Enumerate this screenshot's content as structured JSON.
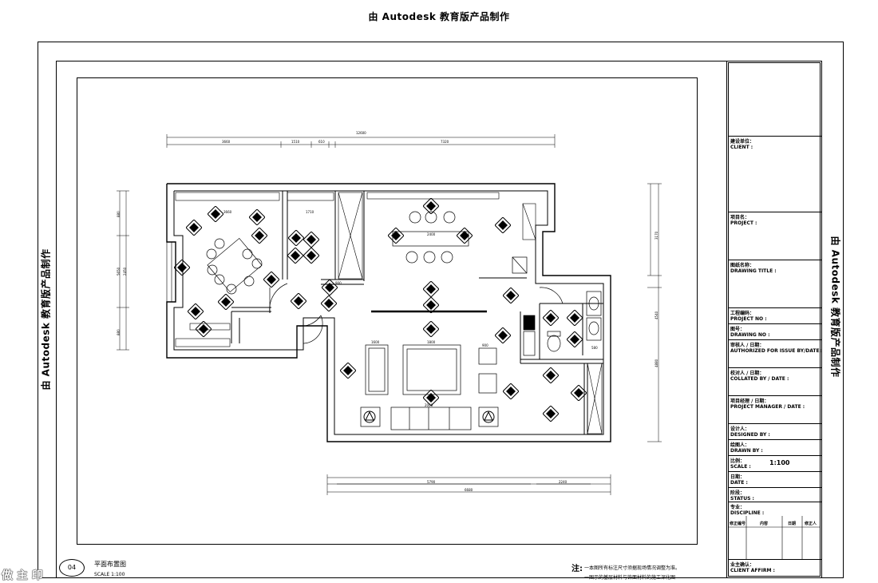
{
  "watermark": "由 Autodesk 教育版产品制作",
  "title_block": {
    "rows": [
      {
        "cn": "建设单位：",
        "en": "CLIENT :"
      },
      {
        "cn": "项目名：",
        "en": "PROJECT :"
      },
      {
        "cn": "图纸名称：",
        "en": "DRAWING TITLE :"
      },
      {
        "cn": "工程编码：",
        "en": "PROJECT NO :"
      },
      {
        "cn": "图号：",
        "en": "DRAWING NO :"
      },
      {
        "cn": "审核人 / 日期：",
        "en": "AUTHORIZED FOR ISSUE BY/DATE:"
      },
      {
        "cn": "校对人 / 日期：",
        "en": "COLLATED BY / DATE :"
      },
      {
        "cn": "项目经理 / 日期：",
        "en": "PROJECT MANAGER / DATE :"
      },
      {
        "cn": "设计人：",
        "en": "DESIGNED BY :"
      },
      {
        "cn": "绘图人：",
        "en": "DRAWN BY :"
      },
      {
        "cn": "比例：",
        "en": "SCALE :"
      },
      {
        "cn": "日期：",
        "en": "DATE :"
      },
      {
        "cn": "阶段：",
        "en": "STATUS :"
      },
      {
        "cn": "专业：",
        "en": "DISCIPLINE :"
      },
      {
        "cn": "业主确认：",
        "en": "CLIENT AFFIRM :"
      }
    ],
    "scale_value": "1:100",
    "revision_cols": [
      "修正编号",
      "内容",
      "日期",
      "修正人"
    ]
  },
  "dimensions": {
    "top_total": "12600",
    "top": [
      "3660",
      "1510",
      "610",
      "7320"
    ],
    "bottom_total": "6680",
    "bottom": [
      "5790",
      "2240"
    ],
    "left_total": "5650",
    "left": [
      "880",
      "2450",
      "880"
    ],
    "right": [
      "3170",
      "4540",
      "4880"
    ],
    "interior": [
      "3660",
      "1710",
      "2400",
      "900",
      "1800",
      "1600",
      "900",
      "580",
      "2000"
    ]
  },
  "sheet": {
    "number": "04",
    "title": "平面布置图",
    "scale": "SCALE 1:100"
  },
  "notes": {
    "head": "注:",
    "lines": [
      "一本图所有标注尺寸须据现场情况调整为准。",
      "一图示的基层材料与饰面材料的施工深化图"
    ]
  },
  "corner_mark": "做 主 印"
}
